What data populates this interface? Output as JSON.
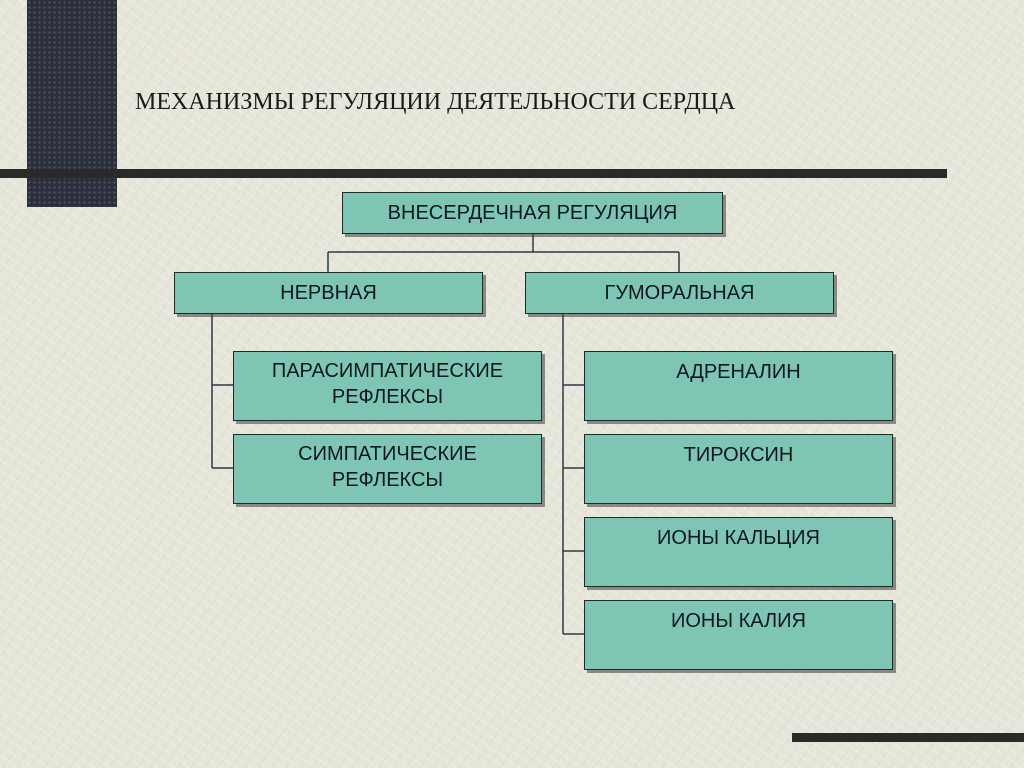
{
  "title": "МЕХАНИЗМЫ РЕГУЛЯЦИИ ДЕЯТЕЛЬНОСТИ СЕРДЦА",
  "diagram": {
    "root": "ВНЕСЕРДЕЧНАЯ РЕГУЛЯЦИЯ",
    "nervous": {
      "label": "НЕРВНАЯ",
      "children": [
        [
          "ПАРАСИМПАТИЧЕСКИЕ",
          "РЕФЛЕКСЫ"
        ],
        [
          "СИМПАТИЧЕСКИЕ",
          "РЕФЛЕКСЫ"
        ]
      ]
    },
    "humoral": {
      "label": "ГУМОРАЛЬНАЯ",
      "children": [
        "АДРЕНАЛИН",
        "ТИРОКСИН",
        "ИОНЫ КАЛЬЦИЯ",
        "ИОНЫ КАЛИЯ"
      ]
    }
  },
  "colors": {
    "box_fill": "#7ec6b3",
    "box_border": "#1e2a26",
    "rule": "#2a2a2a",
    "dark_block": "#2b2f3b",
    "background": "#e6e5d9"
  }
}
